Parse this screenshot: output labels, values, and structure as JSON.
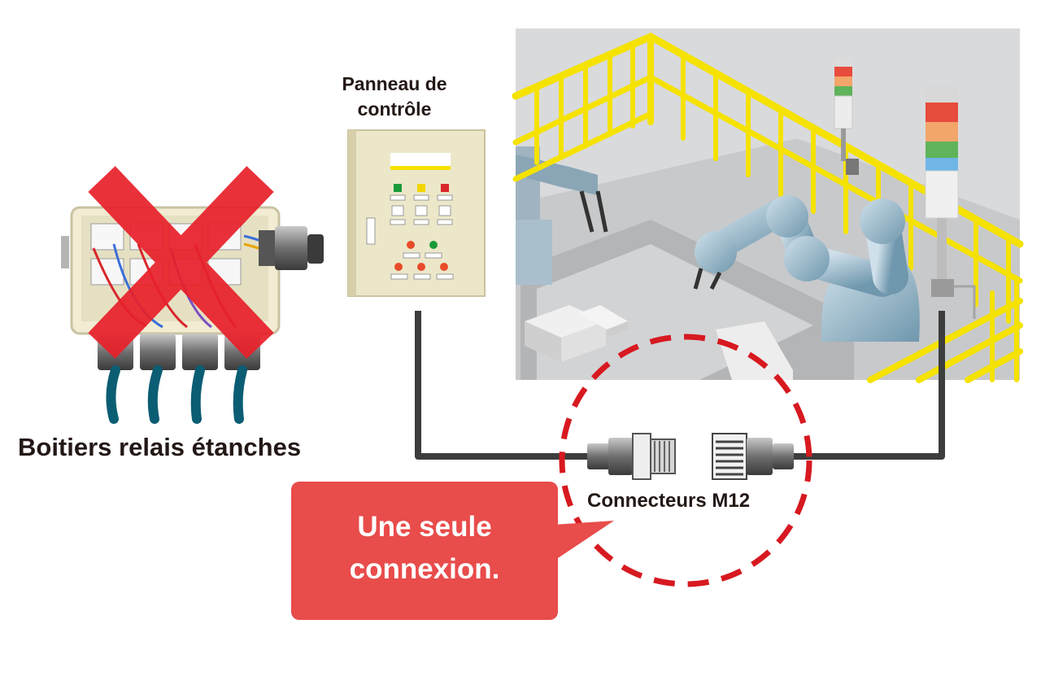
{
  "labels": {
    "control_panel": "Panneau de contrôle",
    "relay_boxes": "Boitiers relais étanches",
    "connectors": "Connecteurs M12",
    "callout": "Une seule connexion."
  },
  "colors": {
    "railing": "#f5e200",
    "cross": "#e8202a",
    "callout": "#e84c4b",
    "dashed_circle": "#d71920",
    "cable": "#3d3d3d",
    "cable_blue": "#0b5d73",
    "panel_body": "#ece7c9",
    "robot": "#8fb4c9"
  }
}
